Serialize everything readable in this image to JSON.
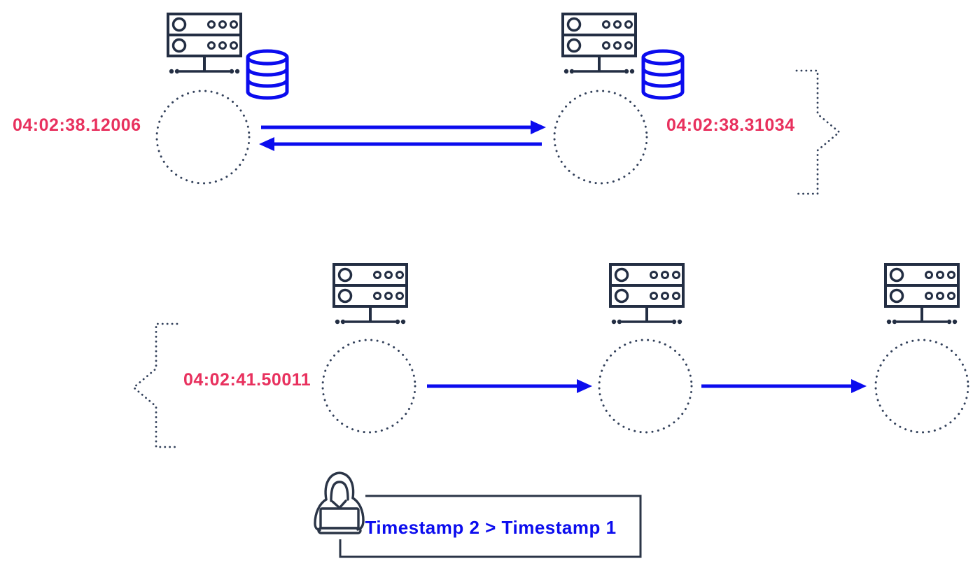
{
  "diagram": {
    "colors": {
      "accent_blue": "#0b0cee",
      "alert_red": "#e8315e",
      "icon_navy": "#232e43",
      "dot_navy": "#32405a",
      "outline_navy": "#2b3547"
    },
    "top_exchange": {
      "left_node": {
        "icon": "server-rack-with-database-icon",
        "timestamp": "04:02:38.12006"
      },
      "right_node": {
        "icon": "server-rack-with-database-icon",
        "timestamp": "04:02:38.31034"
      },
      "arrows": [
        "request-right",
        "response-left"
      ],
      "brace": "right-curly-brace-dotted"
    },
    "bottom_chain": {
      "timestamp": "04:02:41.50011",
      "node_count": "3",
      "node_icon": "server-rack-icon",
      "arrows": [
        "forward-right",
        "forward-right"
      ],
      "brace": "left-curly-brace-dotted"
    },
    "attacker": {
      "icon": "hacker-icon",
      "note": "Timestamp 2 > Timestamp 1"
    }
  }
}
